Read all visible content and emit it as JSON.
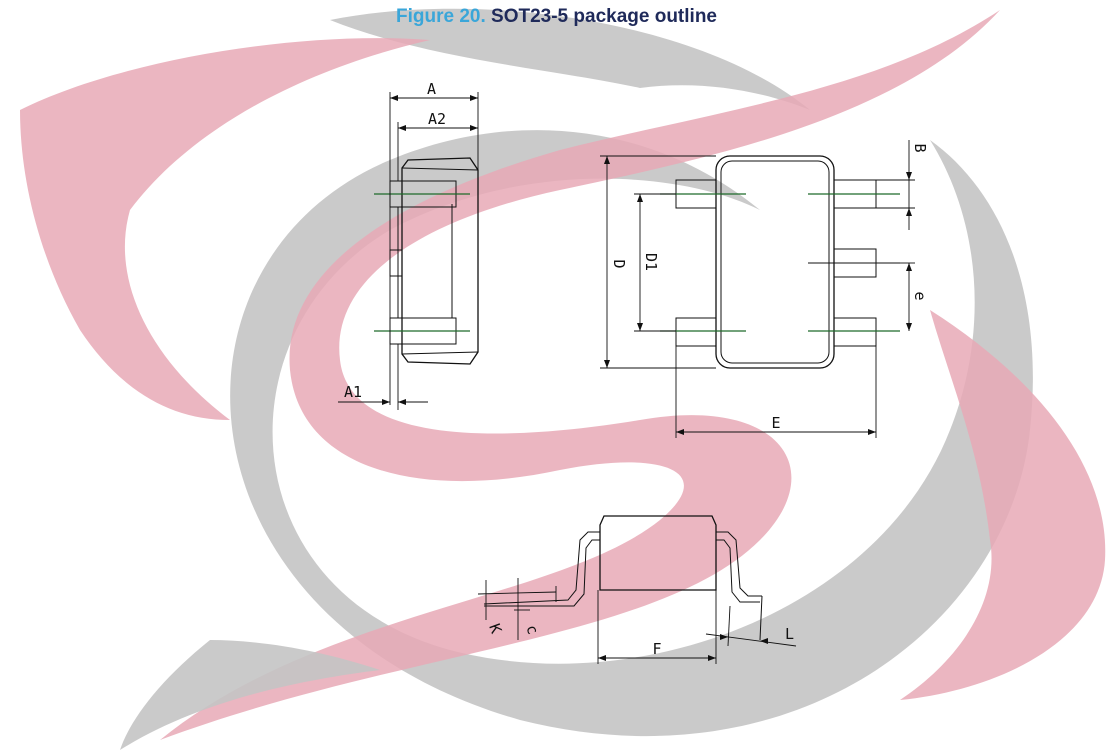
{
  "figure": {
    "number": "Figure 20.",
    "title": "SOT23-5 package outline"
  },
  "dimensions": {
    "A": "A",
    "A1": "A1",
    "A2": "A2",
    "B": "B",
    "c": "c",
    "D": "D",
    "D1": "D1",
    "e": "e",
    "E": "E",
    "F": "F",
    "L": "L",
    "K": "K"
  },
  "colors": {
    "title_number": "#3aa6d9",
    "title_text": "#1f2a5a",
    "watermark_red": "#e8a9b6",
    "watermark_gray": "#c4c4c4",
    "centerline": "#1f6b2a"
  },
  "watermark": {
    "icon": "swirl-logo-watermark"
  }
}
